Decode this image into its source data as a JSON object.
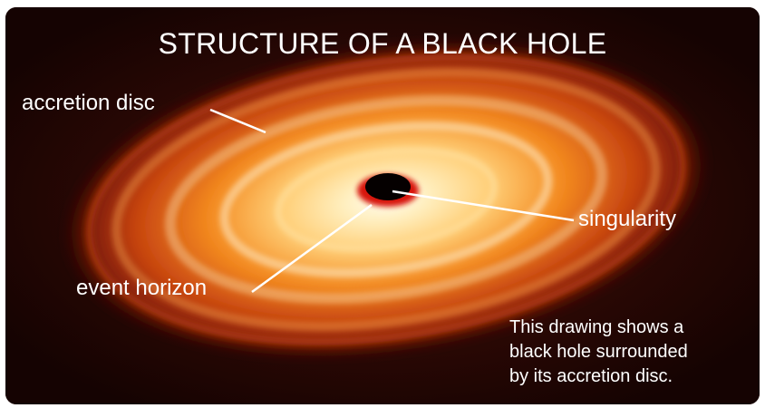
{
  "diagram": {
    "title": "STRUCTURE OF A BLACK HOLE",
    "labels": {
      "accretion_disc": "accretion disc",
      "singularity": "singularity",
      "event_horizon": "event horizon"
    },
    "caption": [
      "This drawing shows a",
      "black hole surrounded",
      "by its accretion disc."
    ],
    "colors": {
      "background": "#1e0603",
      "disc_outer": "#8a1d06",
      "disc_mid": "#e2621a",
      "disc_inner": "#fff1c4",
      "event_horizon_ring": "#d8160c",
      "singularity": "#050000",
      "text": "#ffffff"
    }
  }
}
